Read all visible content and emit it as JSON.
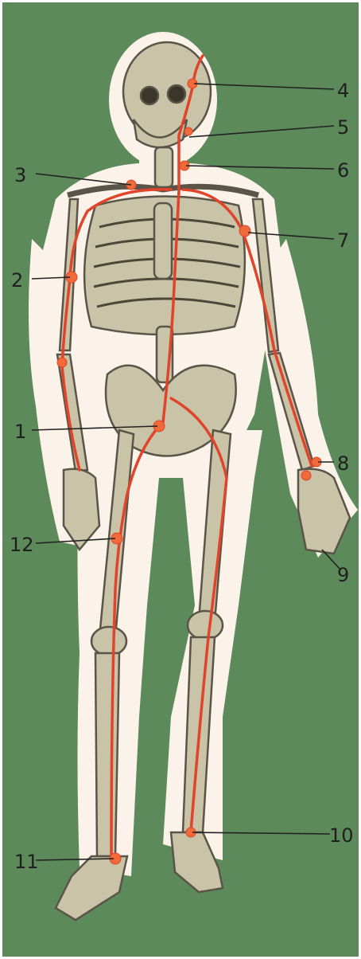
{
  "colors": {
    "background": "#5c8a5a",
    "body_halo": "#fbf3ea",
    "bone": "#c9c3a8",
    "bone_dark": "#7b7565",
    "artery": "#e0442a",
    "pulse_point": "#f06a3a",
    "leader_line": "#222222"
  },
  "labels": [
    {
      "id": "1",
      "text": "1"
    },
    {
      "id": "2",
      "text": "2"
    },
    {
      "id": "3",
      "text": "3"
    },
    {
      "id": "4",
      "text": "4"
    },
    {
      "id": "5",
      "text": "5"
    },
    {
      "id": "6",
      "text": "6"
    },
    {
      "id": "7",
      "text": "7"
    },
    {
      "id": "8",
      "text": "8"
    },
    {
      "id": "9",
      "text": "9"
    },
    {
      "id": "10",
      "text": "10"
    },
    {
      "id": "11",
      "text": "11"
    },
    {
      "id": "12",
      "text": "12"
    }
  ]
}
